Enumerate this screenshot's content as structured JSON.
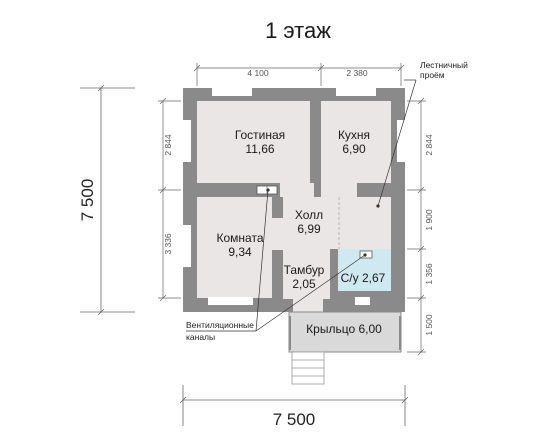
{
  "title": "1 этаж",
  "dimensions": {
    "top_left": "4 100",
    "top_right": "2 380",
    "right_1": "2 844",
    "right_2": "1 900",
    "right_3": "1 356",
    "right_4": "1 500",
    "left_1": "2 844",
    "left_2": "3 336",
    "overall_left": "7 500",
    "overall_bottom": "7 500"
  },
  "rooms": {
    "living": {
      "name": "Гостиная",
      "area": "11,66"
    },
    "kitchen": {
      "name": "Кухня",
      "area": "6,90"
    },
    "hall": {
      "name": "Холл",
      "area": "6,99"
    },
    "room": {
      "name": "Комната",
      "area": "9,34"
    },
    "vestibule": {
      "name": "Тамбур",
      "area": "2,05"
    },
    "bathroom": {
      "label": "С/у 2,67"
    },
    "porch": {
      "label": "Крыльцо 6,00"
    }
  },
  "annotations": {
    "stair_opening": [
      "Лестничный",
      "проём"
    ],
    "vent_channels": [
      "Вентиляционные",
      "каналы"
    ]
  },
  "colors": {
    "wall": "#8a8a8a",
    "floor": "#ebe6e6",
    "bathroom_tile": "#cfe9f1",
    "window": "#ffffff",
    "porch": "#d9d9d9",
    "dimension_line": "#666666"
  }
}
